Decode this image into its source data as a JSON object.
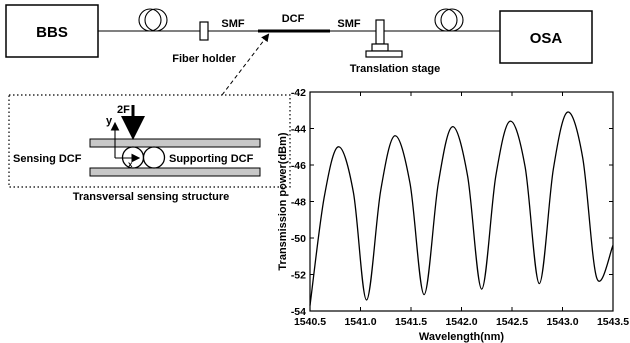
{
  "setup": {
    "source_label": "BBS",
    "analyzer_label": "OSA",
    "smf_left_label": "SMF",
    "dcf_label": "DCF",
    "smf_right_label": "SMF",
    "fiber_holder_label": "Fiber holder",
    "translation_stage_label": "Translation stage"
  },
  "inset": {
    "force_label": "2F",
    "y_axis_label": "y",
    "x_axis_label": "x",
    "sensing_label": "Sensing DCF",
    "supporting_label": "Supporting DCF",
    "caption": "Transversal sensing structure"
  },
  "chart_data": {
    "type": "line",
    "title": "",
    "xlabel": "Wavelength(nm)",
    "ylabel": "Transmission power(dBm)",
    "xlim": [
      1540.5,
      1543.5
    ],
    "ylim": [
      -54,
      -42
    ],
    "xticks": [
      "1540.5",
      "1541.0",
      "1541.5",
      "1542.0",
      "1542.5",
      "1543.0",
      "1543.5"
    ],
    "yticks": [
      "-42",
      "-44",
      "-46",
      "-48",
      "-50",
      "-52",
      "-54"
    ],
    "grid": false,
    "legend": "none",
    "series": [
      {
        "points": [
          [
            1540.5,
            -53.7
          ],
          [
            1540.64,
            -47.8
          ],
          [
            1540.78,
            -45.0
          ],
          [
            1540.93,
            -47.5
          ],
          [
            1541.06,
            -53.4
          ],
          [
            1541.2,
            -47.4
          ],
          [
            1541.34,
            -44.4
          ],
          [
            1541.49,
            -47.0
          ],
          [
            1541.63,
            -53.1
          ],
          [
            1541.77,
            -47.0
          ],
          [
            1541.91,
            -43.9
          ],
          [
            1542.06,
            -46.6
          ],
          [
            1542.2,
            -52.8
          ],
          [
            1542.34,
            -46.6
          ],
          [
            1542.48,
            -43.6
          ],
          [
            1542.63,
            -46.1
          ],
          [
            1542.77,
            -52.5
          ],
          [
            1542.91,
            -46.2
          ],
          [
            1543.05,
            -43.1
          ],
          [
            1543.2,
            -45.6
          ],
          [
            1543.34,
            -52.2
          ],
          [
            1543.5,
            -50.4
          ]
        ]
      }
    ]
  }
}
